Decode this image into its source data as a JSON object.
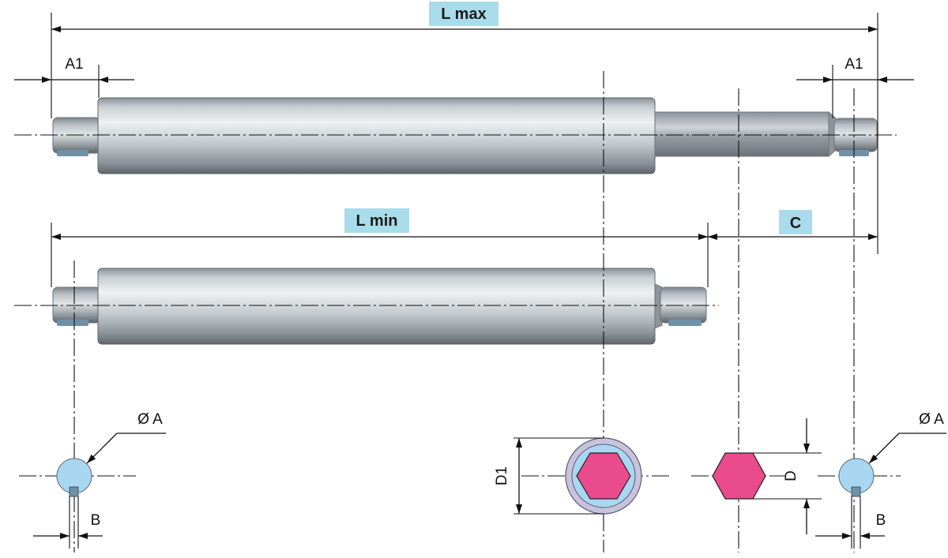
{
  "labels": {
    "l_max": "L max",
    "l_min": "L min",
    "c": "C",
    "a1_left": "A1",
    "a1_right": "A1",
    "dia_a_left": "Ø A",
    "dia_a_right": "Ø A",
    "b_left": "B",
    "b_right": "B",
    "d1": "D1",
    "d": "D"
  },
  "colors": {
    "label_box": "#a9dcea",
    "hex_fill": "#e94b8c",
    "circle_blue": "#a9d7f2",
    "ring_lilac": "#c7c3dc",
    "key_slot": "#6f91a8",
    "cylinder_light": "#dde2e6",
    "cylinder_dark": "#7d848b"
  }
}
